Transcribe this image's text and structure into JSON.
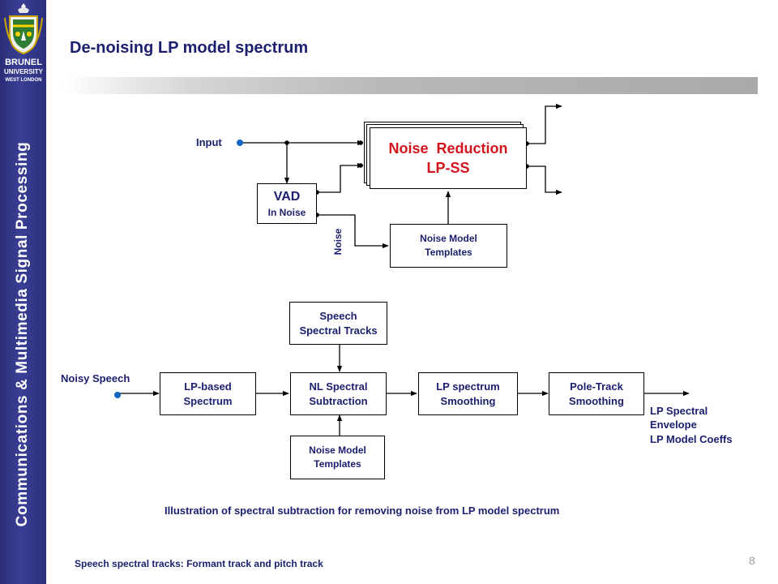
{
  "sidebar": {
    "logo": {
      "line1": "BRUNEL",
      "line2": "UNIVERSITY",
      "line3": "WEST LONDON"
    },
    "title": "Communications & Multimedia Signal Processing"
  },
  "page": {
    "title": "De-noising LP model spectrum",
    "number": "8"
  },
  "top_diagram": {
    "input_label": "Input",
    "vad": {
      "line1": "VAD",
      "line2": "In Noise"
    },
    "noise_label": "Noise",
    "noise_reduction": {
      "line1": "Noise  Reduction",
      "line2": "LP-SS"
    },
    "noise_model": {
      "line1": "Noise Model",
      "line2": "Templates"
    }
  },
  "bottom_diagram": {
    "input_label": "Noisy Speech",
    "lp_based": {
      "line1": "LP-based",
      "line2": "Spectrum"
    },
    "nl_subtraction": {
      "line1": "NL Spectral",
      "line2": "Subtraction"
    },
    "lp_smoothing": {
      "line1": "LP spectrum",
      "line2": "Smoothing"
    },
    "pole_track": {
      "line1": "Pole-Track",
      "line2": "Smoothing"
    },
    "speech_tracks": {
      "line1": "Speech",
      "line2": "Spectral Tracks"
    },
    "noise_model": {
      "line1": "Noise Model",
      "line2": "Templates"
    },
    "output": {
      "line1": "LP Spectral",
      "line2": "Envelope",
      "line3": "LP Model Coeffs"
    }
  },
  "caption": "Illustration of spectral subtraction for removing noise from LP model spectrum",
  "footnote": "Speech spectral tracks: Formant track and pitch track",
  "colors": {
    "sidebar": "#2f3488",
    "text": "#1b1f6e",
    "accent_red": "#d4141c",
    "dot_blue": "#1565c0",
    "bar_gray": "#b0b0b0"
  }
}
